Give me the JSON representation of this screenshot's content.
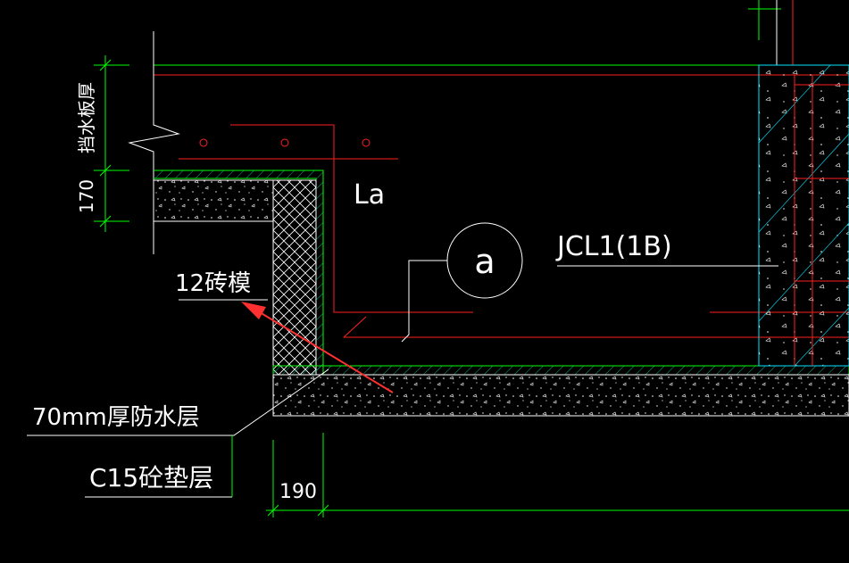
{
  "drawing": {
    "labels": {
      "dim_label_vertical": "挡水板厚",
      "dim_170": "170",
      "dim_190": "190",
      "la": "La",
      "section_mark": "a",
      "beam_label": "JCL1(1B)",
      "brick_mold": "12砖模",
      "waterproof_layer": "70mm厚防水层",
      "cushion_layer": "C15砼垫层"
    },
    "colors": {
      "background": "#000000",
      "rebar": "#ff2020",
      "dimension": "#00ff00",
      "outline": "#ffffff",
      "concrete_edge": "#00e5ff",
      "arrow": "#ff3030"
    }
  }
}
